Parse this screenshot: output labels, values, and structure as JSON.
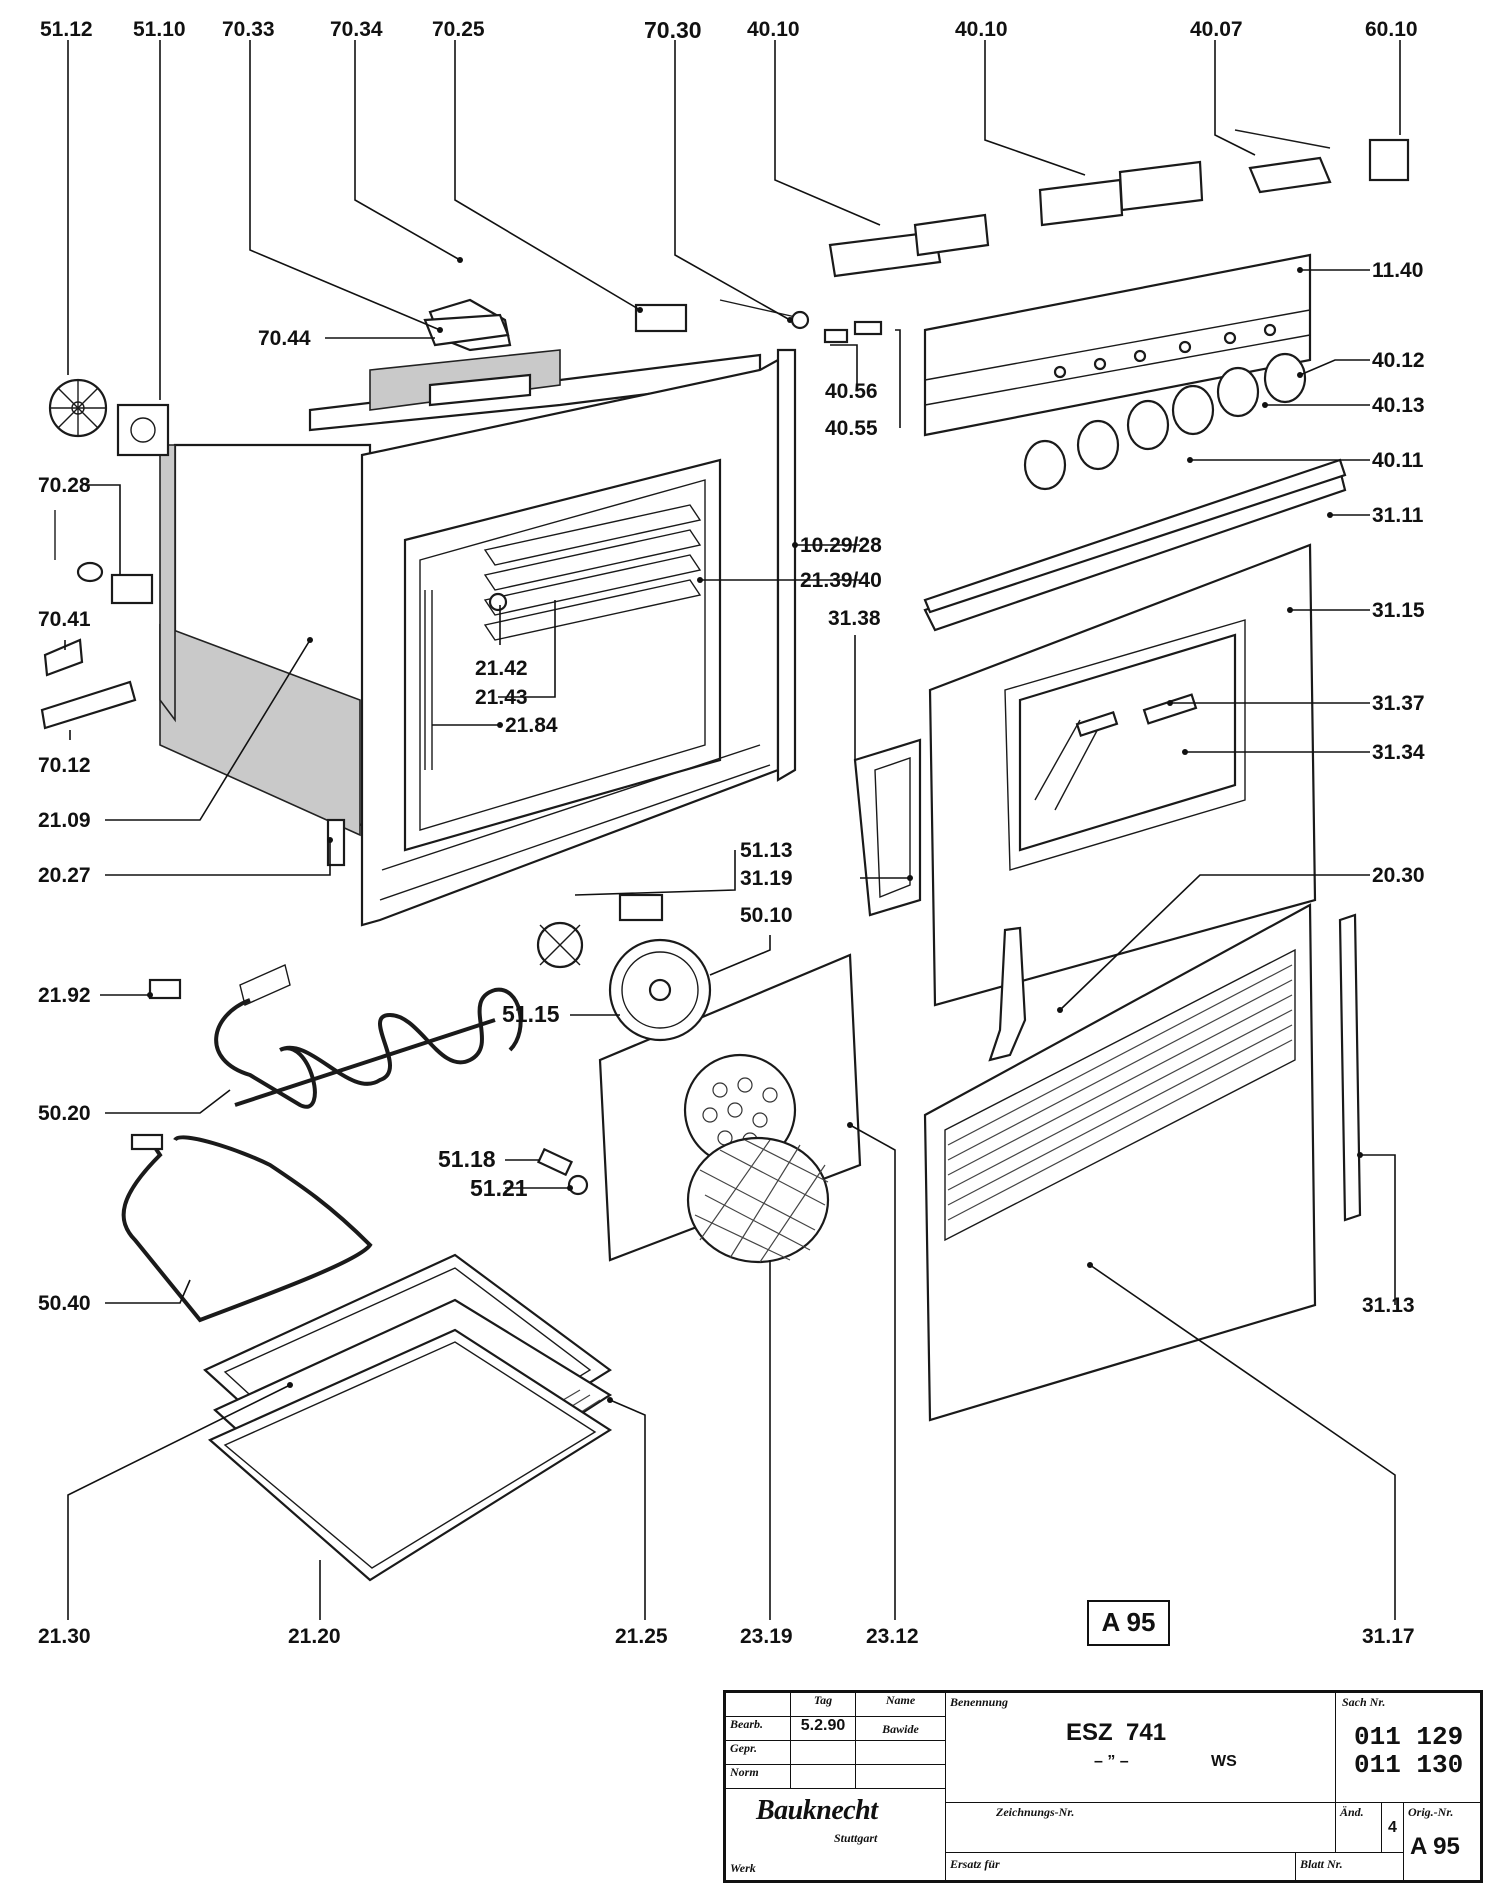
{
  "labels": {
    "p51_12": "51.12",
    "p51_10": "51.10",
    "p70_33": "70.33",
    "p70_34": "70.34",
    "p70_25": "70.25",
    "p70_30": "70.30",
    "p40_10a": "40.10",
    "p40_10b": "40.10",
    "p40_07": "40.07",
    "p60_10": "60.10",
    "p70_44": "70.44",
    "p11_40": "11.40",
    "p40_56": "40.56",
    "p40_55": "40.55",
    "p40_12": "40.12",
    "p40_13": "40.13",
    "p40_11": "40.11",
    "p70_28": "70.28",
    "p31_11": "31.11",
    "p10_29": "10.29/28",
    "p21_39": "21.39/40",
    "p70_41": "70.41",
    "p31_38": "31.38",
    "p31_15": "31.15",
    "p21_42": "21.42",
    "p21_43": "21.43",
    "p21_84": "21.84",
    "p31_37": "31.37",
    "p70_12": "70.12",
    "p31_34": "31.34",
    "p21_09": "21.09",
    "p51_13": "51.13",
    "p20_27": "20.27",
    "p31_19": "31.19",
    "p20_30": "20.30",
    "p50_10": "50.10",
    "p21_92": "21.92",
    "p51_15": "51.15",
    "p50_20": "50.20",
    "p51_18": "51.18",
    "p51_21": "51.21",
    "p50_40": "50.40",
    "p31_13": "31.13",
    "p21_30": "21.30",
    "p21_20": "21.20",
    "p21_25": "21.25",
    "p23_19": "23.19",
    "p23_12": "23.12",
    "p31_17": "31.17"
  },
  "sheet_id": "A 95",
  "title_block": {
    "col_tag": "Tag",
    "col_name": "Name",
    "row_bearb": "Bearb.",
    "row_gepr": "Gepr.",
    "row_norm": "Norm",
    "date": "5.2.90",
    "author": "Bawide",
    "benennung_label": "Benennung",
    "model": "ESZ  741",
    "variant_ditto": "– ” –",
    "variant_suffix": "WS",
    "sach_nr_label": "Sach Nr.",
    "sach_nr_1": "011 129",
    "sach_nr_2": "011 130",
    "zeichnungs_label": "Zeichnungs-Nr.",
    "aend_label": "Änd.",
    "aend_value": "4",
    "orig_label": "Orig.-Nr.",
    "orig_value": "A 95",
    "brand": "Bauknecht",
    "city": "Stuttgart",
    "werk_label": "Werk",
    "ersatz_label": "Ersatz für",
    "blatt_label": "Blatt Nr."
  }
}
